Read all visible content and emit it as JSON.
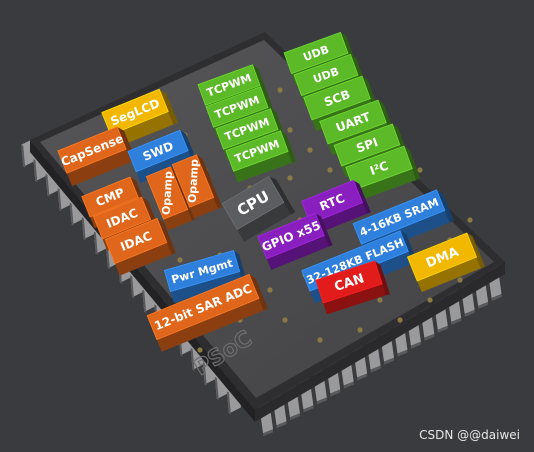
{
  "colors": {
    "background": "#3a3b3e",
    "chip_top": "#4b4b4d",
    "pin": "#9a9a9c",
    "dot": "#8a7a44",
    "green": "#5cb928",
    "orange": "#e0661c",
    "yellow": "#f2b800",
    "blue": "#2f7fdc",
    "purple": "#8a1fc0",
    "red": "#e21b1b",
    "gray": "#5c5d60"
  },
  "chip": {
    "logo": "PSoC"
  },
  "blocks": [
    {
      "id": "segLCD",
      "label": "SegLCD",
      "color": "yellow"
    },
    {
      "id": "capSense",
      "label": "CapSense",
      "color": "orange"
    },
    {
      "id": "swd",
      "label": "SWD",
      "color": "blue"
    },
    {
      "id": "opamp1",
      "label": "Opamp",
      "color": "orange"
    },
    {
      "id": "opamp2",
      "label": "Opamp",
      "color": "orange"
    },
    {
      "id": "cmp",
      "label": "CMP",
      "color": "orange"
    },
    {
      "id": "idac1",
      "label": "IDAC",
      "color": "orange"
    },
    {
      "id": "idac2",
      "label": "IDAC",
      "color": "orange"
    },
    {
      "id": "tcpwm1",
      "label": "TCPWM",
      "color": "green"
    },
    {
      "id": "tcpwm2",
      "label": "TCPWM",
      "color": "green"
    },
    {
      "id": "tcpwm3",
      "label": "TCPWM",
      "color": "green"
    },
    {
      "id": "tcpwm4",
      "label": "TCPWM",
      "color": "green"
    },
    {
      "id": "udb1",
      "label": "UDB",
      "color": "green"
    },
    {
      "id": "udb2",
      "label": "UDB",
      "color": "green"
    },
    {
      "id": "scb",
      "label": "SCB",
      "color": "green"
    },
    {
      "id": "uart",
      "label": "UART",
      "color": "green"
    },
    {
      "id": "spi",
      "label": "SPI",
      "color": "green"
    },
    {
      "id": "i2c",
      "label": "I²C",
      "color": "green"
    },
    {
      "id": "cpu",
      "label": "CPU",
      "color": "gray"
    },
    {
      "id": "rtc",
      "label": "RTC",
      "color": "purple"
    },
    {
      "id": "sram",
      "label": "4-16KB SRAM",
      "color": "blue"
    },
    {
      "id": "gpio",
      "label": "GPIO x55",
      "color": "purple"
    },
    {
      "id": "flash",
      "label": "32-128KB FLASH",
      "color": "blue"
    },
    {
      "id": "dma",
      "label": "DMA",
      "color": "yellow"
    },
    {
      "id": "can",
      "label": "CAN",
      "color": "red"
    },
    {
      "id": "pwrMgmt",
      "label": "Pwr Mgmt",
      "color": "blue"
    },
    {
      "id": "adc",
      "label": "12-bit SAR ADC",
      "color": "orange"
    }
  ],
  "watermark": "CSDN @@daiwei"
}
